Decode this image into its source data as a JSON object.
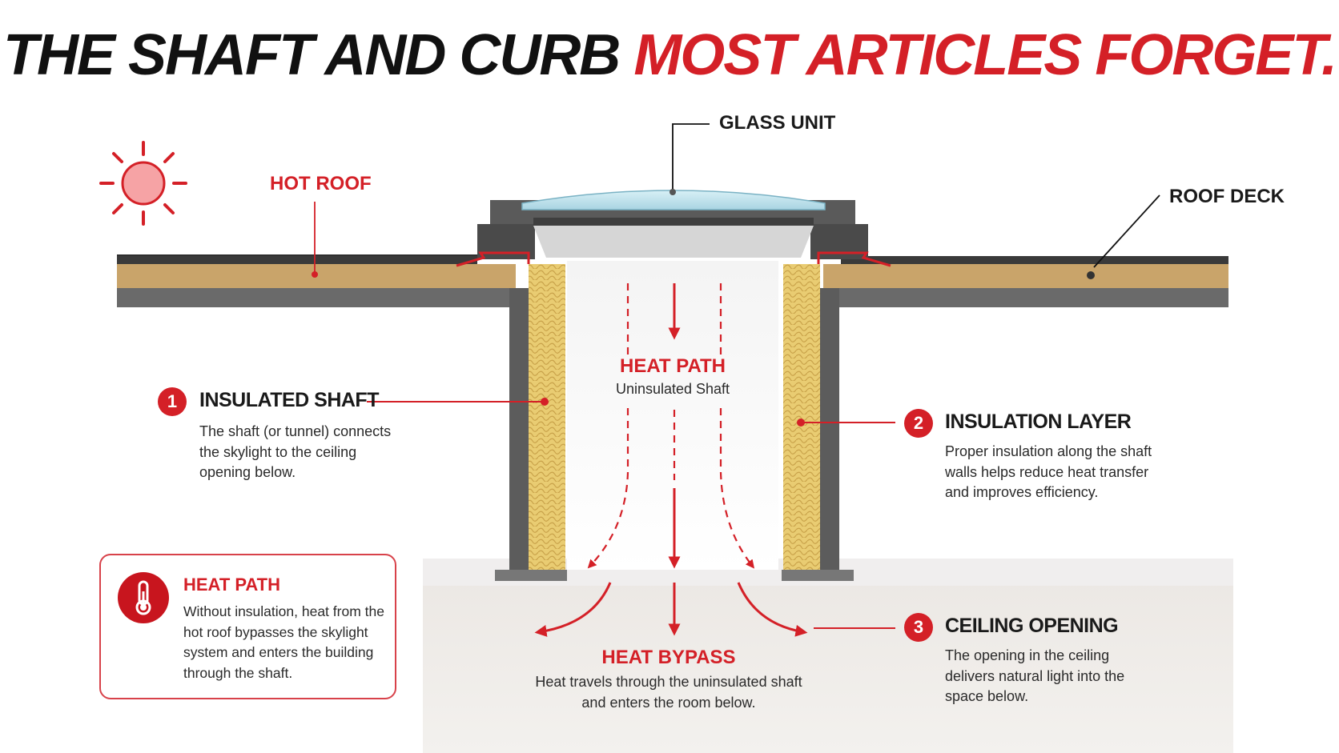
{
  "title": {
    "part1": "THE SHAFT AND CURB ",
    "part2": "MOST ARTICLES FORGET."
  },
  "labels": {
    "glass_unit": "GLASS UNIT",
    "hot_roof": "HOT ROOF",
    "roof_deck": "ROOF DECK",
    "heat_path_title": "HEAT PATH",
    "heat_path_sub": "Uninsulated Shaft",
    "heat_bypass_title": "HEAT BYPASS",
    "heat_bypass_body": "Heat travels through the uninsulated shaft and enters the room below."
  },
  "callouts": [
    {
      "number": "1",
      "title": "INSULATED SHAFT",
      "body": "The shaft (or tunnel) connects the skylight to the ceiling opening below."
    },
    {
      "number": "2",
      "title": "INSULATION LAYER",
      "body": "Proper insulation along the shaft walls helps reduce heat transfer and improves efficiency."
    },
    {
      "number": "3",
      "title": "CEILING OPENING",
      "body": "The opening in the ceiling delivers natural light into the space below."
    }
  ],
  "heat_box": {
    "title": "HEAT PATH",
    "body": "Without insulation, heat from the hot roof bypasses the skylight system and enters the building through the shaft.",
    "icon": "thermometer-icon"
  },
  "icons": {
    "sun": "sun-icon",
    "thermometer": "thermometer-icon"
  },
  "colors": {
    "accent": "#d42027",
    "insulation": "#e8c868",
    "wood": "#c9a46a",
    "frame": "#5c5c5c"
  }
}
